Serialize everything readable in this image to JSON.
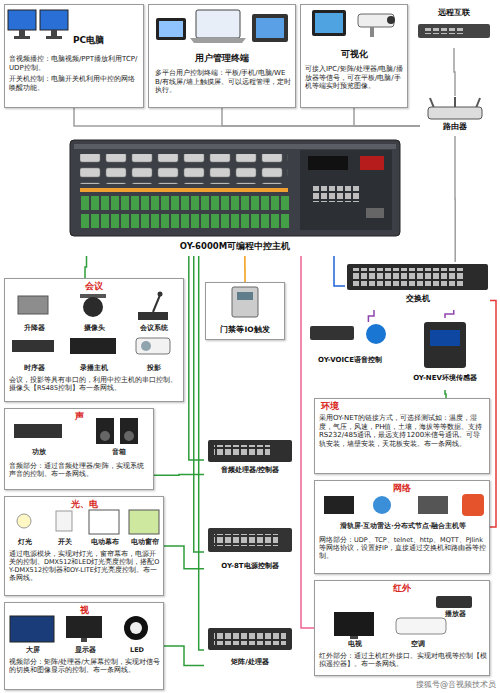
{
  "diagram": {
    "nodes": [
      {
        "text": [
          "PC电脑",
          "音视频播控：电脑视频/PPT播放利用TCP/UDP控制。",
          "开关机控制：电脑开关机利用中控的网络唤醒功能。"
        ]
      },
      {
        "text": [
          "用户管理终端",
          "多平台用户控制终端：平板/手机/电脑/WEB/有线屏/墙上触摸屏。可以远程管理，定时执行。"
        ]
      },
      {
        "text": [
          "可视化",
          "可接入IPC/矩阵/处理器/电脑/播放器等信号，可在平板/电脑/手机等端实时预览图像。"
        ]
      },
      {
        "text": [
          "远程互联"
        ]
      },
      {
        "text": [
          "路由器"
        ]
      },
      {
        "text": [
          "OY-6000M可编程中控主机"
        ]
      },
      {
        "text": [
          "门禁等IO触发"
        ]
      },
      {
        "text": [
          "交换机"
        ]
      },
      {
        "text": [
          "OY-VOICE语音控制"
        ]
      },
      {
        "text": [
          "OY-NEV环境传感器"
        ]
      },
      {
        "text": [
          "会议",
          "升降器",
          "摄像头",
          "会议系统",
          "时序器",
          "录播主机",
          "投影",
          "会议，投影等具有串口的，利用中控主机的串口控制。摄像头【RS485控制】布一条网线。"
        ]
      },
      {
        "text": [
          "环境",
          "采用OY-NET的链接方式，可选择测试如：温度，湿度，气压，风速，PH值，土壤，海拔等等数据。支持RS232/485通讯，最远支持1200米信号通讯。可导轨安装，墙壁安装，天花板安装。布一条网线。"
        ]
      },
      {
        "text": [
          "声",
          "功放",
          "音箱",
          "音频部分：通过音频处理器/矩阵，实现系统声音的控制。布一条网线。"
        ]
      },
      {
        "text": [
          "音频处理器/控制器"
        ]
      },
      {
        "text": [
          "网络",
          "滑轨屏·互动雷达·分布式节点·融合主机等",
          "网络部分：UDP、TCP、telnet、http、MQTT、PJlink等网络协议，设置好IP，直接通过交换机和路由器等控制。"
        ]
      },
      {
        "text": [
          "光、电",
          "灯光",
          "开关",
          "电动幕布",
          "电动窗帘",
          "通过电源模块，实现对灯光，窗帘幕布，电源开关的控制。DMX512和LED灯光亮度控制，搭配OY-DMX512控制器和OY-LITE灯光亮度控制。布一条网线。"
        ]
      },
      {
        "text": [
          "OY-8T电源控制器"
        ]
      },
      {
        "text": [
          "红外",
          "播放器",
          "电视",
          "空调",
          "红外部分：通过主机红外接口。实现对电视等控制【模拟遥控器】。布一条网线。"
        ]
      },
      {
        "text": [
          "视",
          "大屏",
          "显示器",
          "LED",
          "视频部分：矩阵/处理器/大屏幕控制，实现对信号的切换和图像显示的控制。布一条网线。"
        ]
      },
      {
        "text": [
          "矩阵/处理器"
        ]
      }
    ],
    "edges": [
      {
        "from": 0,
        "to": 4,
        "arrow": "none"
      },
      {
        "from": 1,
        "to": 4,
        "arrow": "none"
      },
      {
        "from": 2,
        "to": 4,
        "arrow": "none"
      },
      {
        "from": 3,
        "to": 4,
        "arrow": "none"
      },
      {
        "from": 4,
        "to": 7,
        "arrow": "none"
      },
      {
        "from": 7,
        "to": 5,
        "arrow": "none"
      },
      {
        "from": 7,
        "to": 8,
        "arrow": "none"
      },
      {
        "from": 7,
        "to": 9,
        "arrow": "none"
      },
      {
        "from": 9,
        "to": 11,
        "arrow": "none"
      },
      {
        "from": 7,
        "to": 14,
        "arrow": "none"
      },
      {
        "from": 5,
        "to": 17,
        "arrow": "none"
      },
      {
        "from": 5,
        "to": 6,
        "arrow": "none"
      },
      {
        "from": 5,
        "to": 10,
        "arrow": "none"
      },
      {
        "from": 5,
        "to": 13,
        "arrow": "none"
      },
      {
        "from": 13,
        "to": 12,
        "arrow": "none"
      },
      {
        "from": 5,
        "to": 16,
        "arrow": "none"
      },
      {
        "from": 16,
        "to": 15,
        "arrow": "none"
      },
      {
        "from": 5,
        "to": 19,
        "arrow": "none"
      },
      {
        "from": 19,
        "to": 18,
        "arrow": "none"
      }
    ],
    "labels": [
      "搜狐号@音视频技术员"
    ]
  }
}
